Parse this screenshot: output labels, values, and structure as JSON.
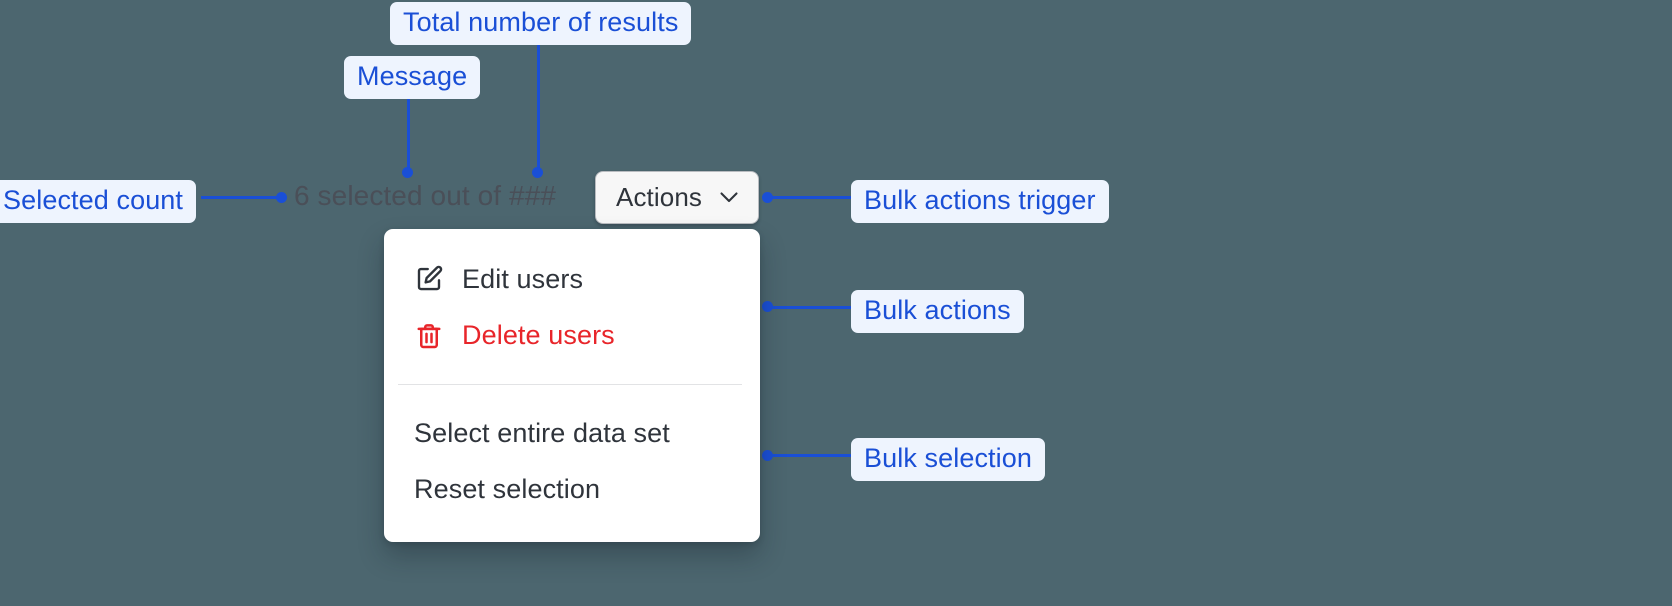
{
  "canvas": {
    "background_color": "#4c666f",
    "annotation_color": "#1a4fd6",
    "annotation_chip_bg": "#eff4fe"
  },
  "annotations": [
    {
      "id": "total-results",
      "label": "Total number of results"
    },
    {
      "id": "message",
      "label": "Message"
    },
    {
      "id": "selected-count",
      "label": "Selected count"
    },
    {
      "id": "bulk-actions-trigger",
      "label": "Bulk actions trigger"
    },
    {
      "id": "bulk-actions",
      "label": "Bulk actions"
    },
    {
      "id": "bulk-selection",
      "label": "Bulk selection"
    }
  ],
  "bulk_bar": {
    "selected_count_message": "6 selected out of ###",
    "selected_count_value": "6",
    "total_results_placeholder": "###",
    "trigger": {
      "label": "Actions",
      "icon": "chevron-down-icon"
    }
  },
  "menu": {
    "actions": [
      {
        "label": "Edit users",
        "icon": "pencil-square-icon",
        "tone": "default",
        "color": "#2f343b"
      },
      {
        "label": "Delete users",
        "icon": "trash-icon",
        "tone": "danger",
        "color": "#e8252a"
      }
    ],
    "selection": [
      {
        "label": "Select entire data set",
        "icon": "none",
        "tone": "default"
      },
      {
        "label": "Reset selection",
        "icon": "none",
        "tone": "default"
      }
    ]
  }
}
